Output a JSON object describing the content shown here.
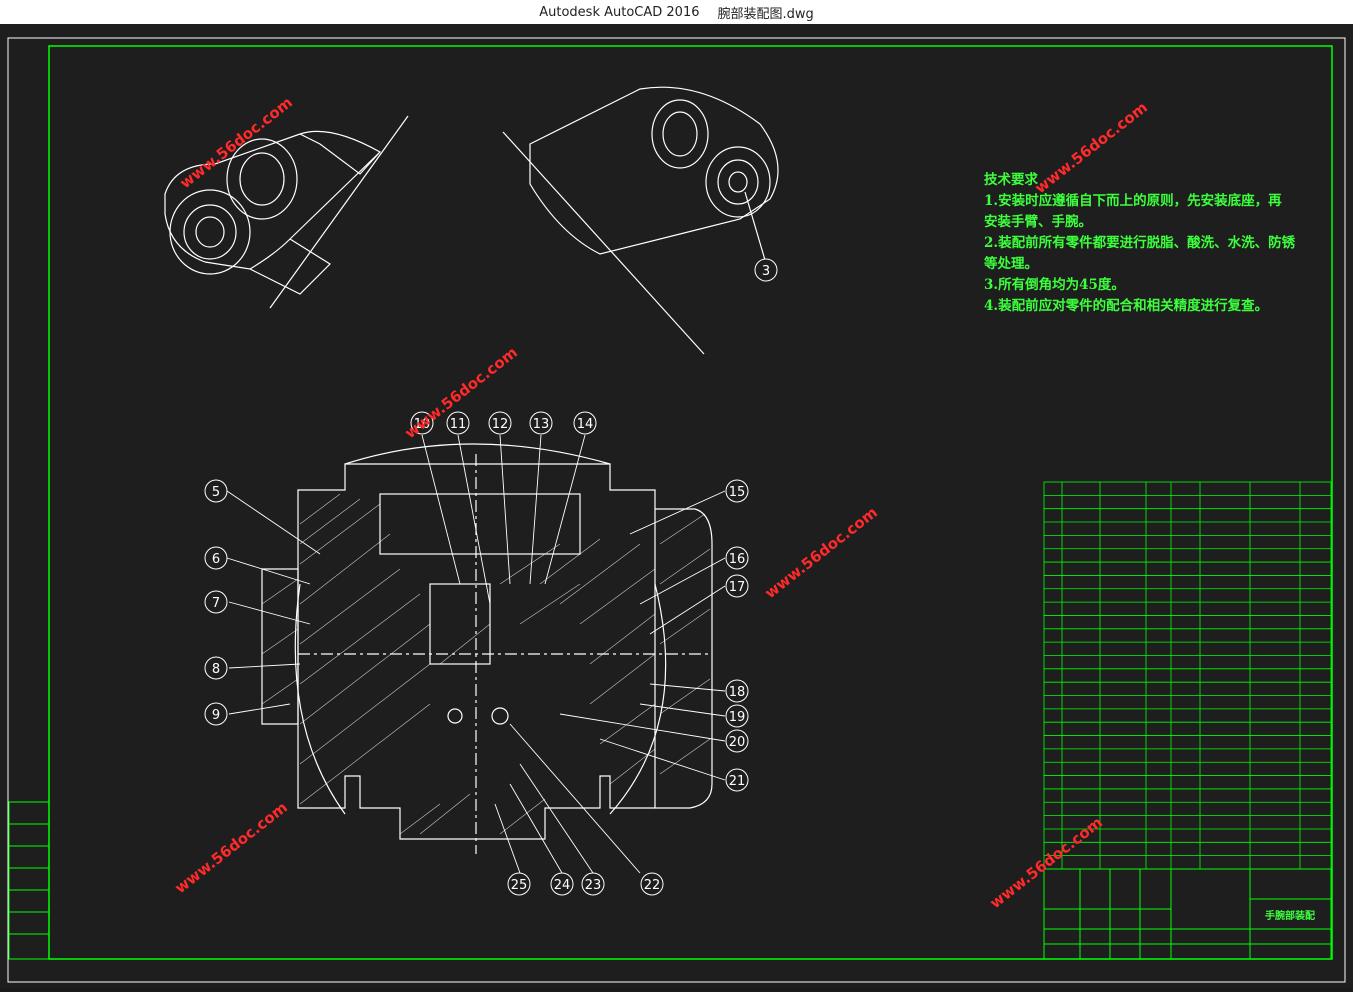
{
  "window": {
    "app_title": "Autodesk AutoCAD 2016",
    "file_name": "腕部装配图.dwg"
  },
  "tech_requirements": {
    "heading": "技术要求",
    "lines": [
      "1.安装时应遵循自下而上的原则，先安装底座，再",
      "安装手臂、手腕。",
      "2.装配前所有零件都要进行脱脂、酸洗、水洗、防锈",
      "等处理。",
      "3.所有倒角均为45度。",
      "4.装配前应对零件的配合和相关精度进行复查。"
    ]
  },
  "watermark": "www.56doc.com",
  "balloons": [
    "3",
    "5",
    "6",
    "7",
    "8",
    "9",
    "10",
    "11",
    "12",
    "13",
    "14",
    "15",
    "16",
    "17",
    "18",
    "19",
    "20",
    "21",
    "22",
    "23",
    "24",
    "25"
  ],
  "title_block": {
    "drawing_title": "手腕部装配"
  },
  "colors": {
    "background": "#1e1e1e",
    "frame": "#00ff00",
    "geometry": "#ffffff",
    "text_green": "#3cff3c",
    "watermark": "#ff2a2a"
  }
}
